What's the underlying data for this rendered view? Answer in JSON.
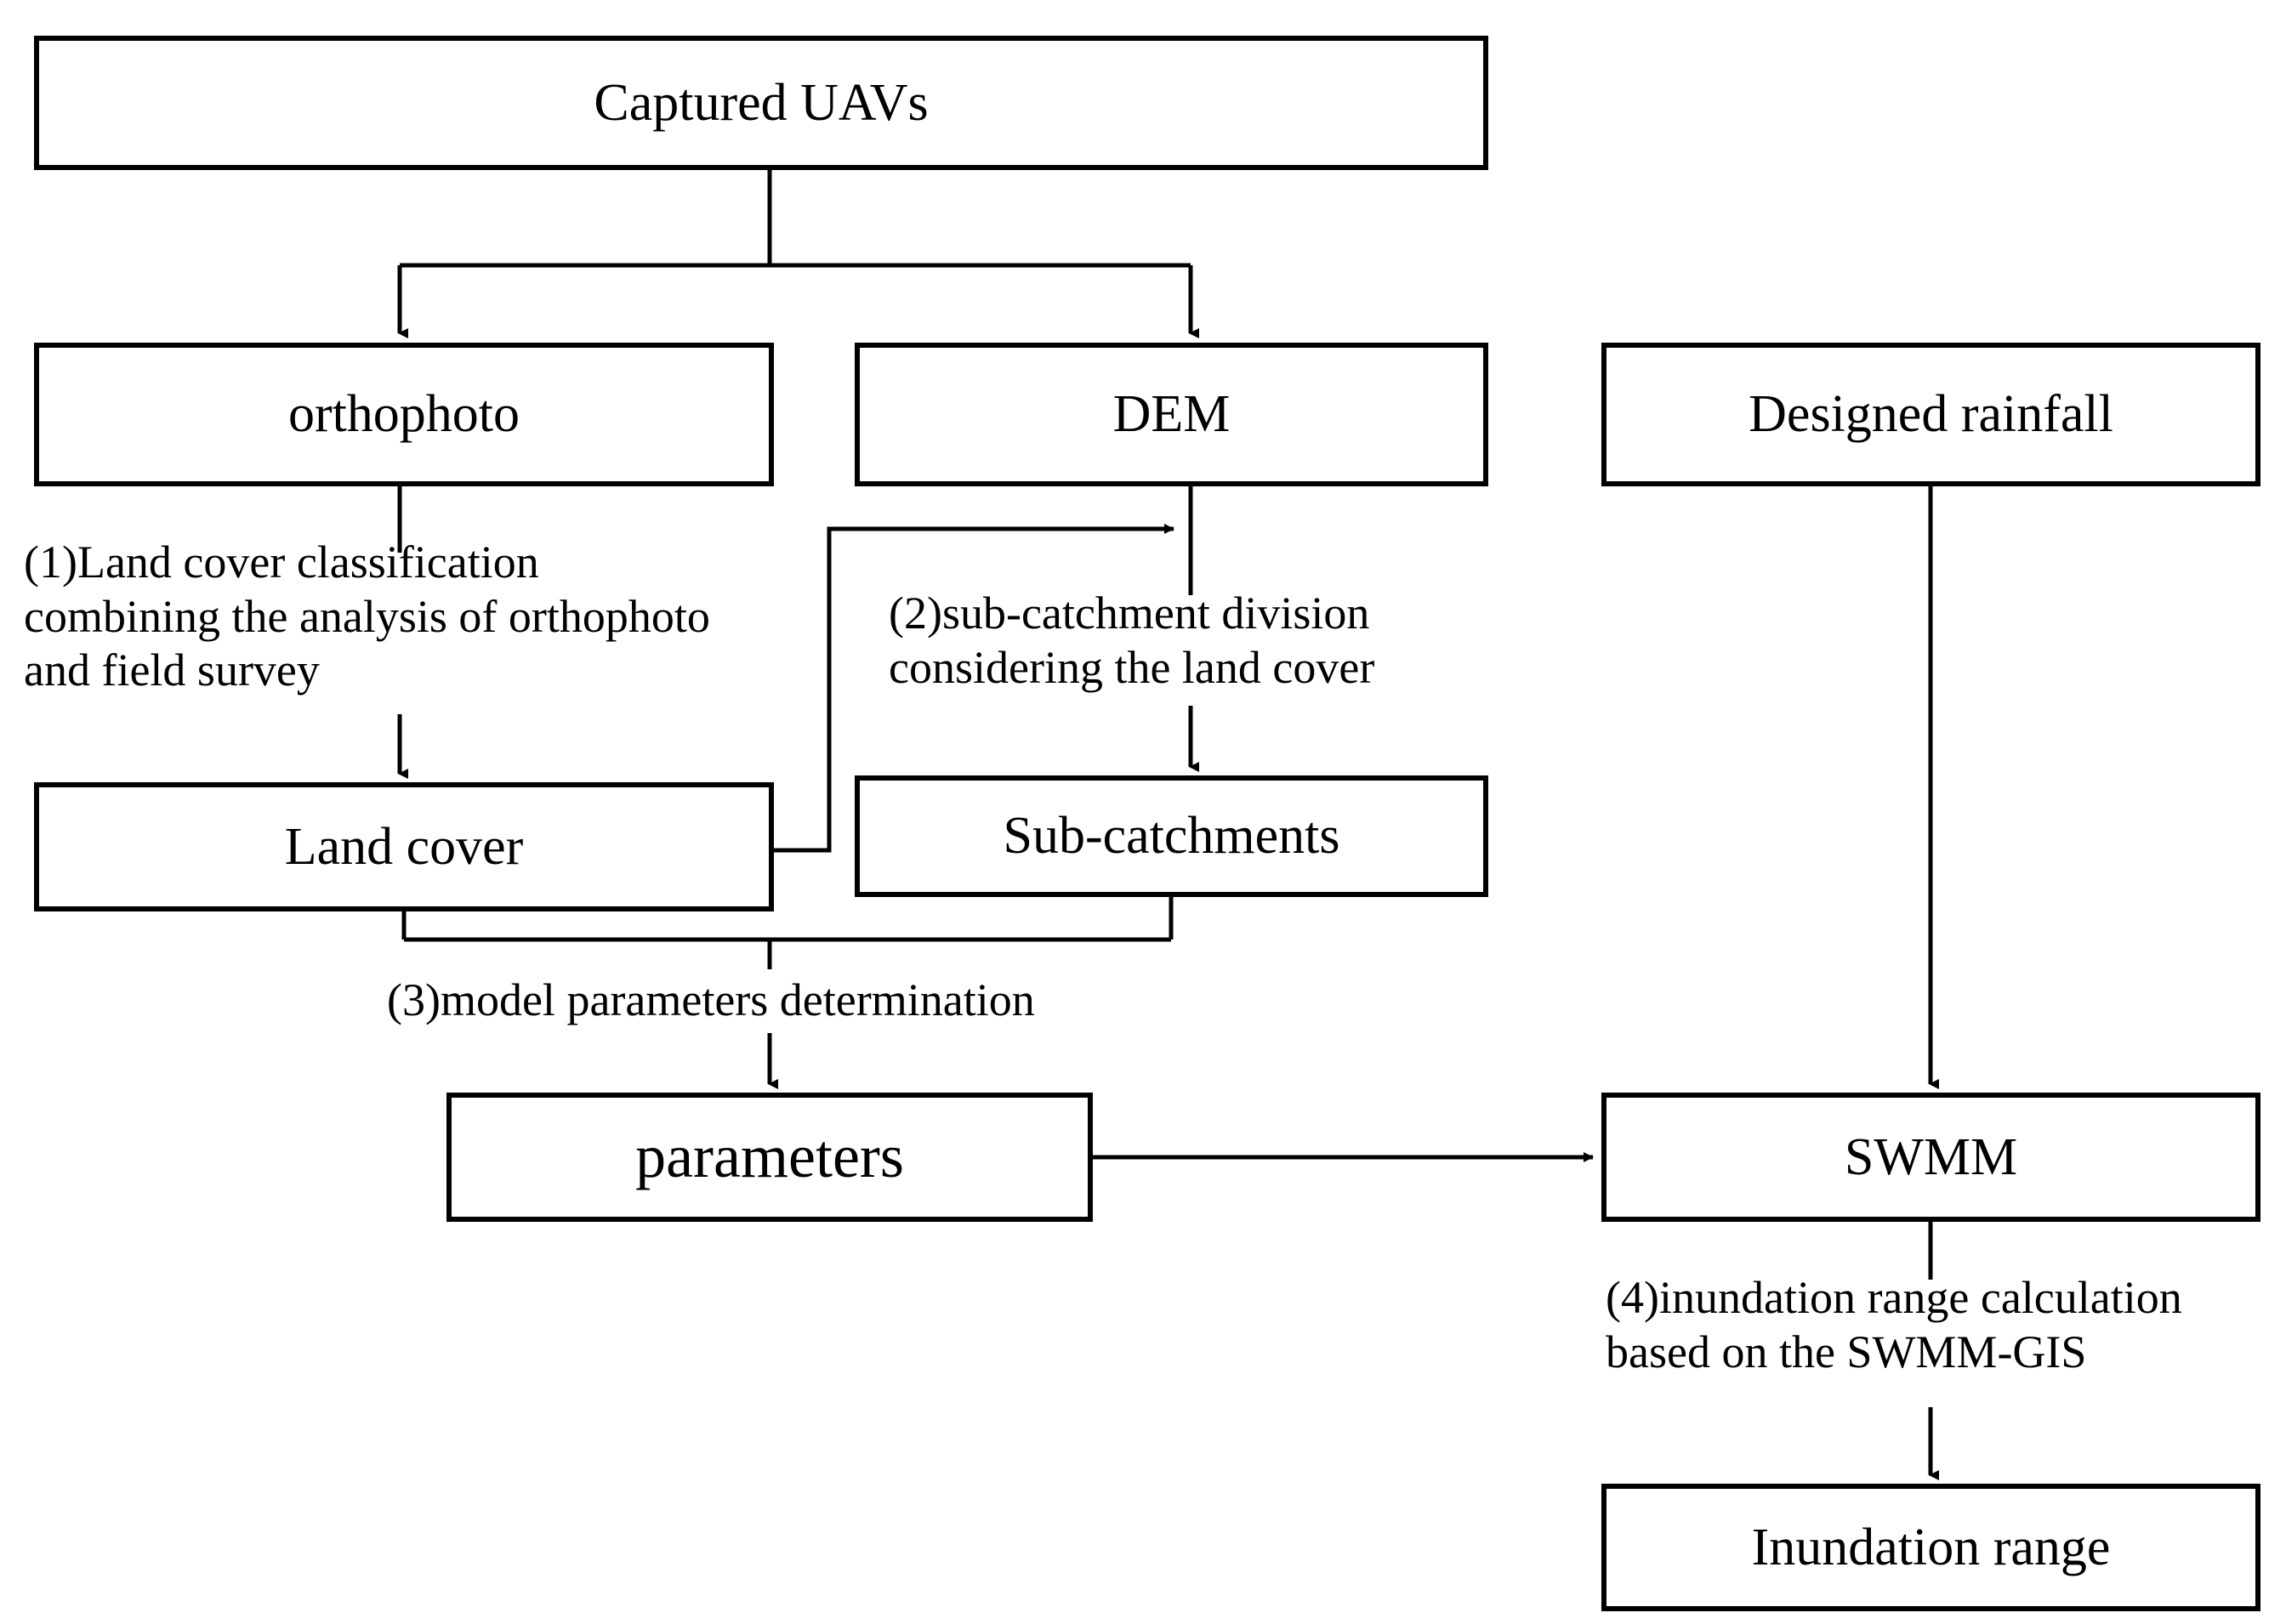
{
  "diagram": {
    "type": "flowchart",
    "title": "UAV-based SWMM inundation modelling workflow",
    "background_color": "#ffffff",
    "line_color": "#000000",
    "box_border_color": "#000000",
    "nodes": [
      {
        "id": "captured-uavs",
        "label": "Captured UAVs"
      },
      {
        "id": "orthophoto",
        "label": "orthophoto"
      },
      {
        "id": "dem",
        "label": "DEM"
      },
      {
        "id": "designed-rainfall",
        "label": "Designed rainfall"
      },
      {
        "id": "land-cover",
        "label": "Land cover"
      },
      {
        "id": "sub-catchments",
        "label": "Sub-catchments"
      },
      {
        "id": "parameters",
        "label": "parameters"
      },
      {
        "id": "swmm",
        "label": "SWMM"
      },
      {
        "id": "inundation-range",
        "label": "Inundation range"
      }
    ],
    "edge_notes": [
      {
        "id": "step-1",
        "text": " (1)Land cover classification\ncombining the analysis of orthophoto\nand field survey"
      },
      {
        "id": "step-2",
        "text": "(2)sub-catchment division\nconsidering the land cover"
      },
      {
        "id": "step-3",
        "text": "(3)model parameters determination"
      },
      {
        "id": "step-4",
        "text": "(4)inundation range calculation\nbased on the SWMM-GIS"
      }
    ],
    "edges": [
      {
        "from": "captured-uavs",
        "to": "orthophoto"
      },
      {
        "from": "captured-uavs",
        "to": "dem"
      },
      {
        "from": "orthophoto",
        "to": "land-cover",
        "note": "step-1"
      },
      {
        "from": "dem",
        "to": "sub-catchments",
        "note": "step-2"
      },
      {
        "from": "land-cover",
        "to": "dem",
        "note": "step-2"
      },
      {
        "from": "land-cover",
        "to": "parameters",
        "note": "step-3"
      },
      {
        "from": "sub-catchments",
        "to": "parameters",
        "note": "step-3"
      },
      {
        "from": "parameters",
        "to": "swmm"
      },
      {
        "from": "designed-rainfall",
        "to": "swmm"
      },
      {
        "from": "swmm",
        "to": "inundation-range",
        "note": "step-4"
      }
    ]
  }
}
